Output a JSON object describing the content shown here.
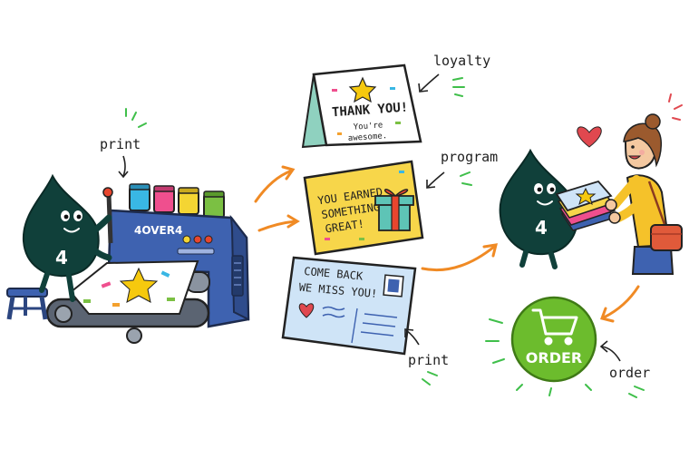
{
  "mascot": {
    "number": "4"
  },
  "printer": {
    "brand": "4OVER4"
  },
  "cards": {
    "thank_you": {
      "title": "THANK YOU!",
      "body_line1": "You're",
      "body_line2": "awesome."
    },
    "reward": {
      "line1": "YOU EARNED",
      "line2": "SOMETHING",
      "line3": "GREAT!"
    },
    "postcard": {
      "line1": "COME BACK",
      "line2": "WE MISS YOU!"
    }
  },
  "labels": {
    "print_left": "print",
    "loyalty": "loyalty",
    "program": "program",
    "print_bottom": "print",
    "order": "order"
  },
  "order_button": {
    "label": "ORDER"
  },
  "colors": {
    "mascot": "#10403a",
    "printer_blue": "#3e62b0",
    "reward_card": "#f7d64a",
    "postcard": "#cfe4f7",
    "thank_you_card": "#ffffff",
    "card_fold": "#8fd1bf",
    "order_green": "#6cbc2d",
    "arrow_orange": "#f08a24",
    "heart": "#e0484f",
    "accent_green": "#3fbf4a"
  }
}
